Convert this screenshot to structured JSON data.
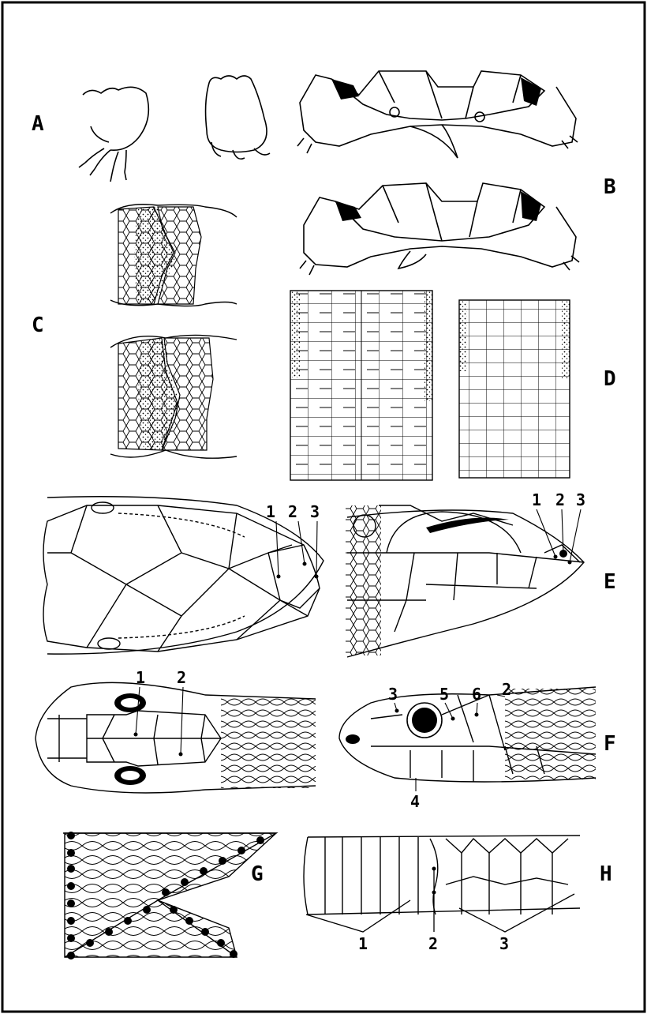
{
  "panels": {
    "A": "A",
    "B": "B",
    "C": "C",
    "D": "D",
    "E": "E",
    "F": "F",
    "G": "G",
    "H": "H"
  },
  "callouts": {
    "E_top": [
      "1",
      "2",
      "3"
    ],
    "E_side": [
      "1",
      "2",
      "3"
    ],
    "F_top": [
      "1",
      "2"
    ],
    "F_side": [
      "3",
      "5",
      "6",
      "2",
      "4"
    ],
    "H": [
      "1",
      "2",
      "3"
    ]
  },
  "colors": {
    "ink": "#000000",
    "paper": "#ffffff"
  }
}
